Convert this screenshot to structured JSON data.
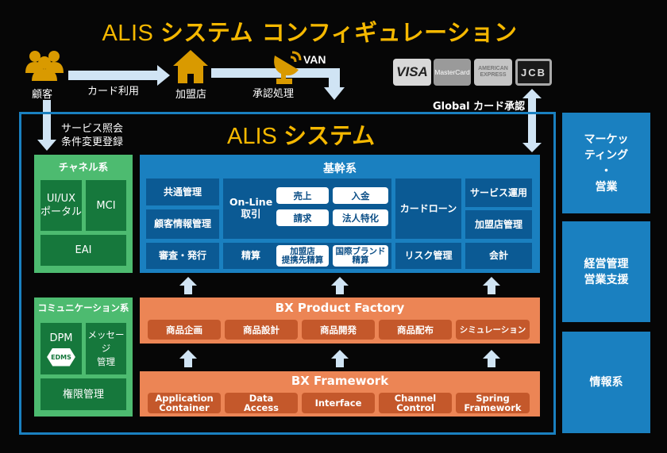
{
  "title": {
    "latin": "ALIS ",
    "jp": "システム コンフィギュレーション"
  },
  "flow": {
    "customer_label": "顧客",
    "card_use_label": "カード利用",
    "merchant_label": "加盟店",
    "approval_label": "承認処理",
    "van_label": "VAN",
    "service_label_1": "サービス照会",
    "service_label_2": "条件変更登録",
    "global_label": "Global カード承認"
  },
  "card_brands": [
    "VISA",
    "MasterCard",
    "AMERICAN EXPRESS",
    "JCB"
  ],
  "system_title": {
    "latin": "ALIS ",
    "jp": "システム"
  },
  "channel": {
    "title": "チャネル系",
    "cells": [
      "UI/UX\nポータル",
      "MCI",
      "EAI"
    ]
  },
  "communication": {
    "title": "コミュニケーション系",
    "dpm": "DPM",
    "edms": "EDMS",
    "message": "メッセージ\n管理",
    "auth": "権限管理"
  },
  "core": {
    "title": "基幹系",
    "common": "共通管理",
    "customer_info": "顧客情報管理",
    "screening": "審査・発行",
    "online": "On-Line\n取引",
    "sales": "売上",
    "deposit": "入金",
    "billing": "請求",
    "corporate": "法人特化",
    "settlement": "精算",
    "merchant_settle": "加盟店\n提携先精算",
    "intl_settle": "国際ブランド\n精算",
    "card_loan": "カードローン",
    "risk": "リスク管理",
    "service_ops": "サービス運用",
    "merchant_mgmt": "加盟店管理",
    "accounting": "会計"
  },
  "product_factory": {
    "title": "BX Product Factory",
    "items": [
      "商品企画",
      "商品設計",
      "商品開発",
      "商品配布",
      "シミュレーション"
    ]
  },
  "framework": {
    "title": "BX Framework",
    "items": [
      "Application\nContainer",
      "Data\nAccess",
      "Interface",
      "Channel\nControl",
      "Spring\nFramework"
    ]
  },
  "side": {
    "marketing": "マーケッ\nティング\n・\n営業",
    "management": "経営管理\n営業支援",
    "info": "情報系"
  },
  "colors": {
    "accent_gold": "#f5b800",
    "system_blue": "#1a80c0",
    "core_dark_blue": "#0b5a94",
    "green": "#4dbb70",
    "green_dark": "#16783c",
    "orange": "#ec8555",
    "orange_dark": "#c4582b",
    "arrow": "#d0e4f4"
  }
}
